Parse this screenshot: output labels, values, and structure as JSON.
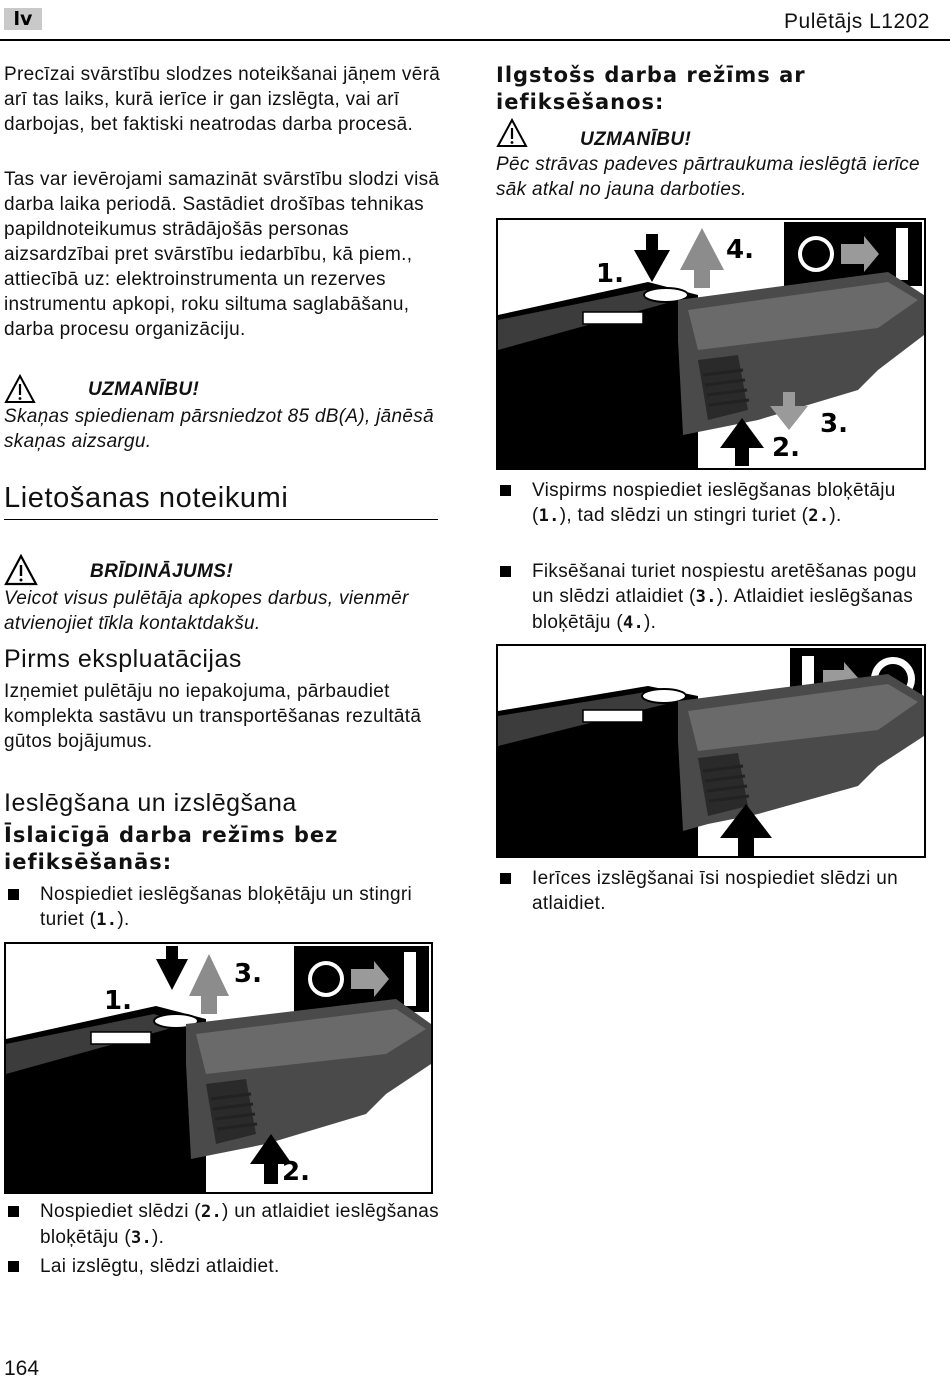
{
  "header": {
    "lang": "lv",
    "title": "Pulētājs L1202"
  },
  "intro": {
    "p1": "Precīzai svārstību slodzes noteikšanai jāņem vērā arī tas laiks, kurā ierīce ir gan izslēgta, vai arī darbojas, bet faktiski neatrodas darba procesā.",
    "p2": "Tas var ievērojami samazināt svārstību slodzi visā darba laika periodā. Sastādiet drošības tehnikas papildnoteikumus strādājošās personas aizsardzībai pret svārstību iedarbību, kā piem., attiecībā uz: elektroinstrumenta un rezerves instrumentu apkopi, roku siltuma saglabāšanu, darba procesu organizāciju."
  },
  "caution1": {
    "label": "UZMANĪBU!",
    "text": "Skaņas spiedienam pārsniedzot 85 dB(A), jānēsā skaņas aizsargu."
  },
  "usage": {
    "title": "Lietošanas noteikumi"
  },
  "warning": {
    "label": "BRĪDINĀJUMS!",
    "text": "Veicot visus pulētāja apkopes darbus, vienmēr atvienojiet tīkla kontaktdakšu."
  },
  "before_use": {
    "title": "Pirms ekspluatācijas",
    "text": "Izņemiet pulētāju no iepakojuma, pārbaudiet komplekta sastāvu un transportēšanas rezultātā gūtos bojājumus."
  },
  "switching": {
    "title": "Ieslēgšana un izslēgšana",
    "short_title": "Īslaicīgā darba režīms bez iefiksēšanās:",
    "bullet1": {
      "pre": "Nospiediet ieslēgšanas bloķētāju un stingri turiet (",
      "num": "1.",
      "post": ")."
    },
    "bullet2": {
      "pre": "Nospiediet slēdzi (",
      "num1": "2.",
      "mid": ") un atlaidiet ieslēgšanas bloķētāju (",
      "num2": "3.",
      "post": ")."
    },
    "bullet3": "Lai izslēgtu, slēdzi atlaidiet."
  },
  "figures": {
    "fig1": {
      "labels": [
        "1.",
        "3.",
        "2."
      ]
    },
    "fig2": {
      "labels": [
        "1.",
        "4.",
        "3.",
        "2."
      ]
    }
  },
  "continuous": {
    "title": "Ilgstošs darba režīms ar iefiksēšanos:",
    "caution_label": "UZMANĪBU!",
    "caution_text": "Pēc strāvas padeves pārtraukuma ieslēgtā ierīce sāk atkal no jauna darboties.",
    "bullet1": {
      "pre": "Vispirms nospiediet ieslēgšanas bloķētāju (",
      "num1": "1.",
      "mid": "), tad slēdzi un stingri turiet (",
      "num2": "2.",
      "post": ")."
    },
    "bullet2": {
      "pre": "Fiksēšanai turiet nospiestu aretēšanas pogu un slēdzi atlaidiet (",
      "num1": "3.",
      "mid": "). Atlaidiet ieslēgšanas bloķētāju (",
      "num2": "4.",
      "post": ")."
    },
    "bullet3": "Ierīces izslēgšanai īsi nospiediet slēdzi un atlaidiet."
  },
  "page_number": "164"
}
